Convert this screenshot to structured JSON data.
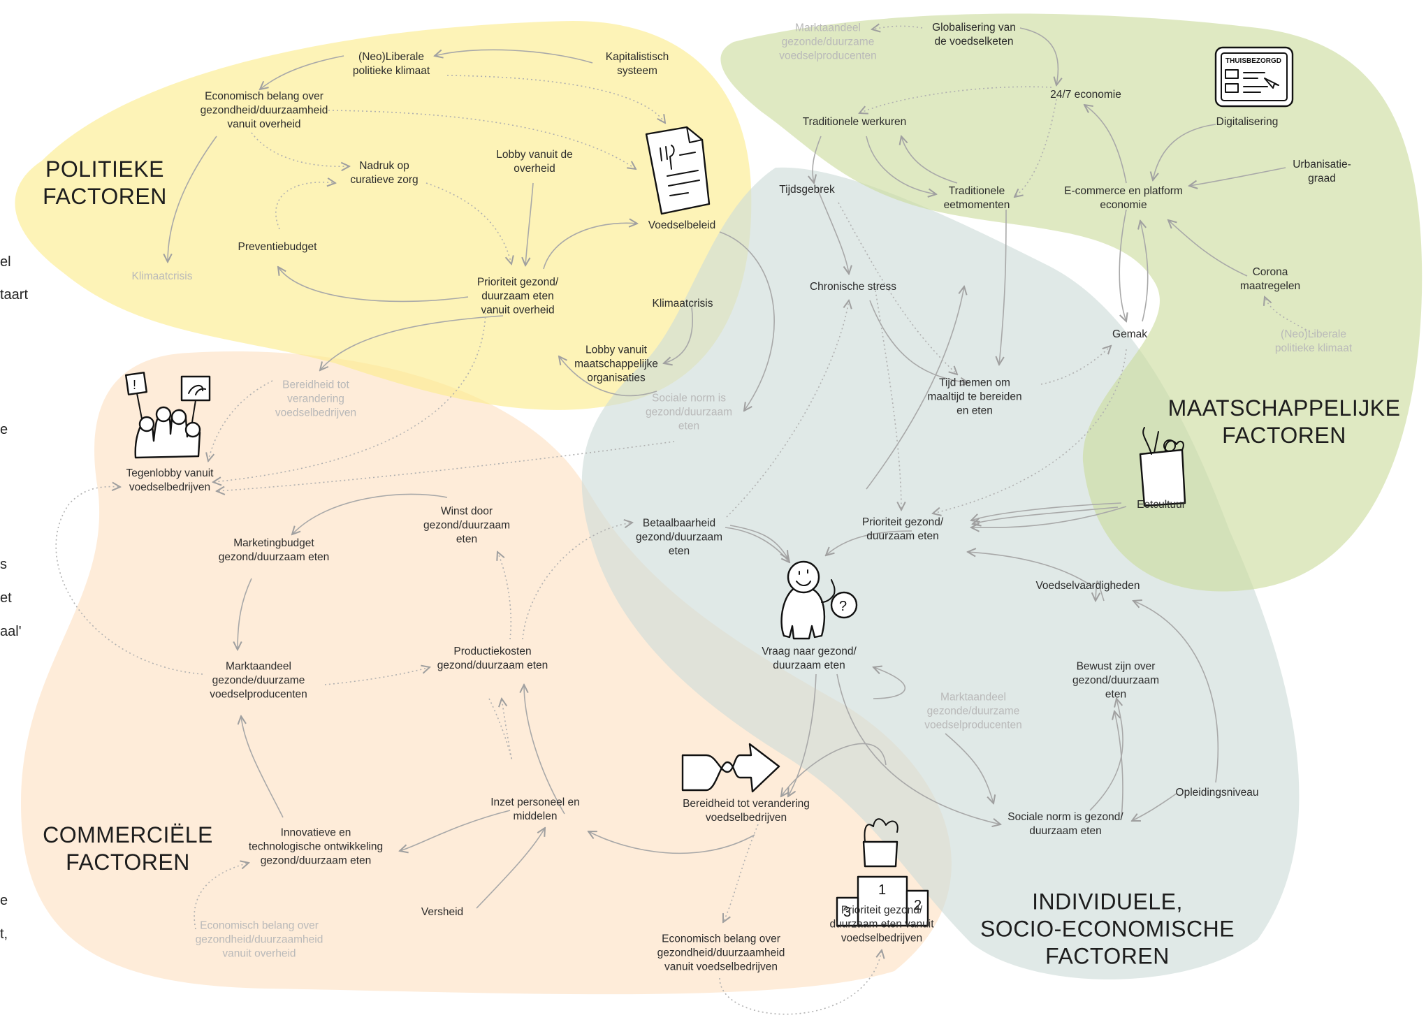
{
  "colors": {
    "political": "#fbeb8a",
    "commercial": "#fde0c2",
    "individual": "#cddbd9",
    "societal": "#cbdc9c",
    "arrow": "#a8a8a8",
    "ghost_text": "#b9b9b9"
  },
  "headings": {
    "political": "POLITIEKE\nFACTOREN",
    "commercial": "COMMERCIËLE\nFACTOREN",
    "individual": "INDIVIDUELE,\nSOCIO-ECONOMISCHE\nFACTOREN",
    "societal": "MAATSCHAPPELIJKE\nFACTOREN"
  },
  "edge_text": [
    "el",
    "taart",
    "e",
    "s",
    "et",
    "aal'",
    "e",
    "t,"
  ],
  "nodes": {
    "neoliberal": "(Neo)Liberale\npolitieke klimaat",
    "kapitalistisch": "Kapitalistisch\nsysteem",
    "econ_belang_overheid": "Economisch belang over\ngezondheid/duurzaamheid\nvanuit overheid",
    "nadruk_curatieve": "Nadruk op\ncuratieve zorg",
    "lobby_overheid": "Lobby vanuit de\noverheid",
    "voedselbeleid": "Voedselbeleid",
    "preventiebudget": "Preventiebudget",
    "klimaatcrisis_ghost": "Klimaatcrisis",
    "prioriteit_overheid": "Prioriteit gezond/\nduurzaam eten\nvanuit overheid",
    "klimaatcrisis": "Klimaatcrisis",
    "lobby_maatschappelijk": "Lobby vanuit\nmaatschappelijke\norganisaties",
    "bereidheid_ghost": "Bereidheid tot\nverandering\nvoedselbedrijven",
    "sociale_norm_ghost": "Sociale norm is\ngezond/duurzaam\neten",
    "tegenlobby": "Tegenlobby vanuit\nvoedselbedrijven",
    "winst": "Winst door\ngezond/duurzaam\neten",
    "marketingbudget": "Marketingbudget\ngezond/duurzaam eten",
    "marktaandeel": "Marktaandeel\ngezonde/duurzame\nvoedselproducenten",
    "productiekosten": "Productiekosten\ngezond/duurzaam eten",
    "betaalbaarheid": "Betaalbaarheid\ngezond/duurzaam\neten",
    "inzet_personeel": "Inzet personeel en\nmiddelen",
    "innovatie": "Innovatieve en\ntechnologische ontwikkeling\ngezond/duurzaam eten",
    "versheid": "Versheid",
    "econ_belang_overheid_ghost": "Economisch belang over\ngezondheid/duurzaamheid\nvanuit overheid",
    "bereidheid": "Bereidheid tot verandering\nvoedselbedrijven",
    "econ_belang_bedrijven": "Economisch belang over\ngezondheid/duurzaamheid\nvanuit voedselbedrijven",
    "prioriteit_bedrijven": "Prioriteit gezond/\nduurzaam eten vanuit\nvoedselbedrijven",
    "marktaandeel_ghost_top": "Marktaandeel\ngezonde/duurzame\nvoedselproducenten",
    "globalisering": "Globalisering van\nde voedselketen",
    "economie_247": "24/7 economie",
    "traditionele_werkuren": "Traditionele werkuren",
    "digitalisering": "Digitalisering",
    "tijdsgebrek": "Tijdsgebrek",
    "traditionele_eetmomenten": "Traditionele\neetmomenten",
    "ecommerce": "E-commerce en platform\neconomie",
    "urbanisatie": "Urbanisatie-\ngraad",
    "chronische_stress": "Chronische stress",
    "corona": "Corona\nmaatregelen",
    "gemak": "Gemak",
    "neoliberal_ghost": "(Neo)Liberale\npolitieke klimaat",
    "tijd_nemen": "Tijd nemen om\nmaaltijd te bereiden\nen eten",
    "eetcultuur": "Eetcultuur",
    "prioriteit_individu": "Prioriteit gezond/\nduurzaam eten",
    "voedselvaardigheden": "Voedselvaardigheden",
    "vraag": "Vraag naar gezond/\nduurzaam eten",
    "bewust": "Bewust zijn over\ngezond/duurzaam\neten",
    "marktaandeel_ghost_mid": "Marktaandeel\ngezonde/duurzame\nvoedselproducenten",
    "opleidingsniveau": "Opleidingsniveau",
    "sociale_norm": "Sociale norm is gezond/\nduurzaam eten"
  },
  "icons": {
    "policy_document": "document-icon",
    "protest": "protest-icon",
    "person_question": "person-question-icon",
    "hourglass_arrow": "change-arrow-icon",
    "podium": "podium-icon",
    "tablet_shop": "tablet-shop-icon",
    "grocery_bag": "grocery-bag-icon"
  },
  "icon_text": {
    "tablet_header": "THUISBEZORGD",
    "podium_1": "1",
    "podium_2": "2",
    "podium_3": "3",
    "protest_sign": "!"
  }
}
